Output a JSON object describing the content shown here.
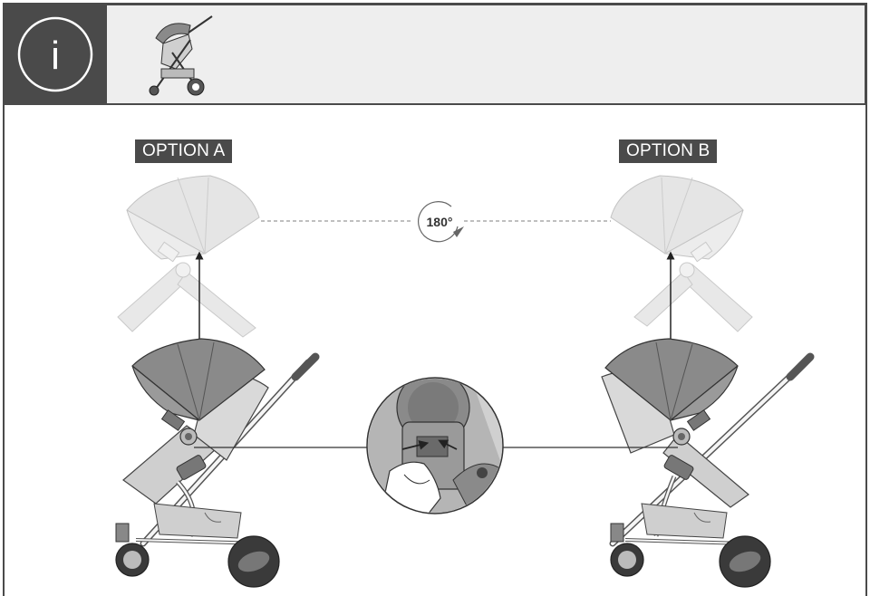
{
  "header": {
    "info_symbol": "i",
    "icon": "info-icon",
    "thumbnail": "stroller-thumbnail-icon"
  },
  "options": {
    "a_label": "OPTION A",
    "b_label": "OPTION B"
  },
  "rotation": {
    "label": "180°",
    "icon": "rotate-arrow-icon"
  },
  "colors": {
    "dark": "#4a4a4a",
    "header_bg": "#eeeeee",
    "canopy_dark": "#8a8a8a",
    "canopy_light": "#e3e3e3",
    "seat": "#cfcfcf"
  }
}
